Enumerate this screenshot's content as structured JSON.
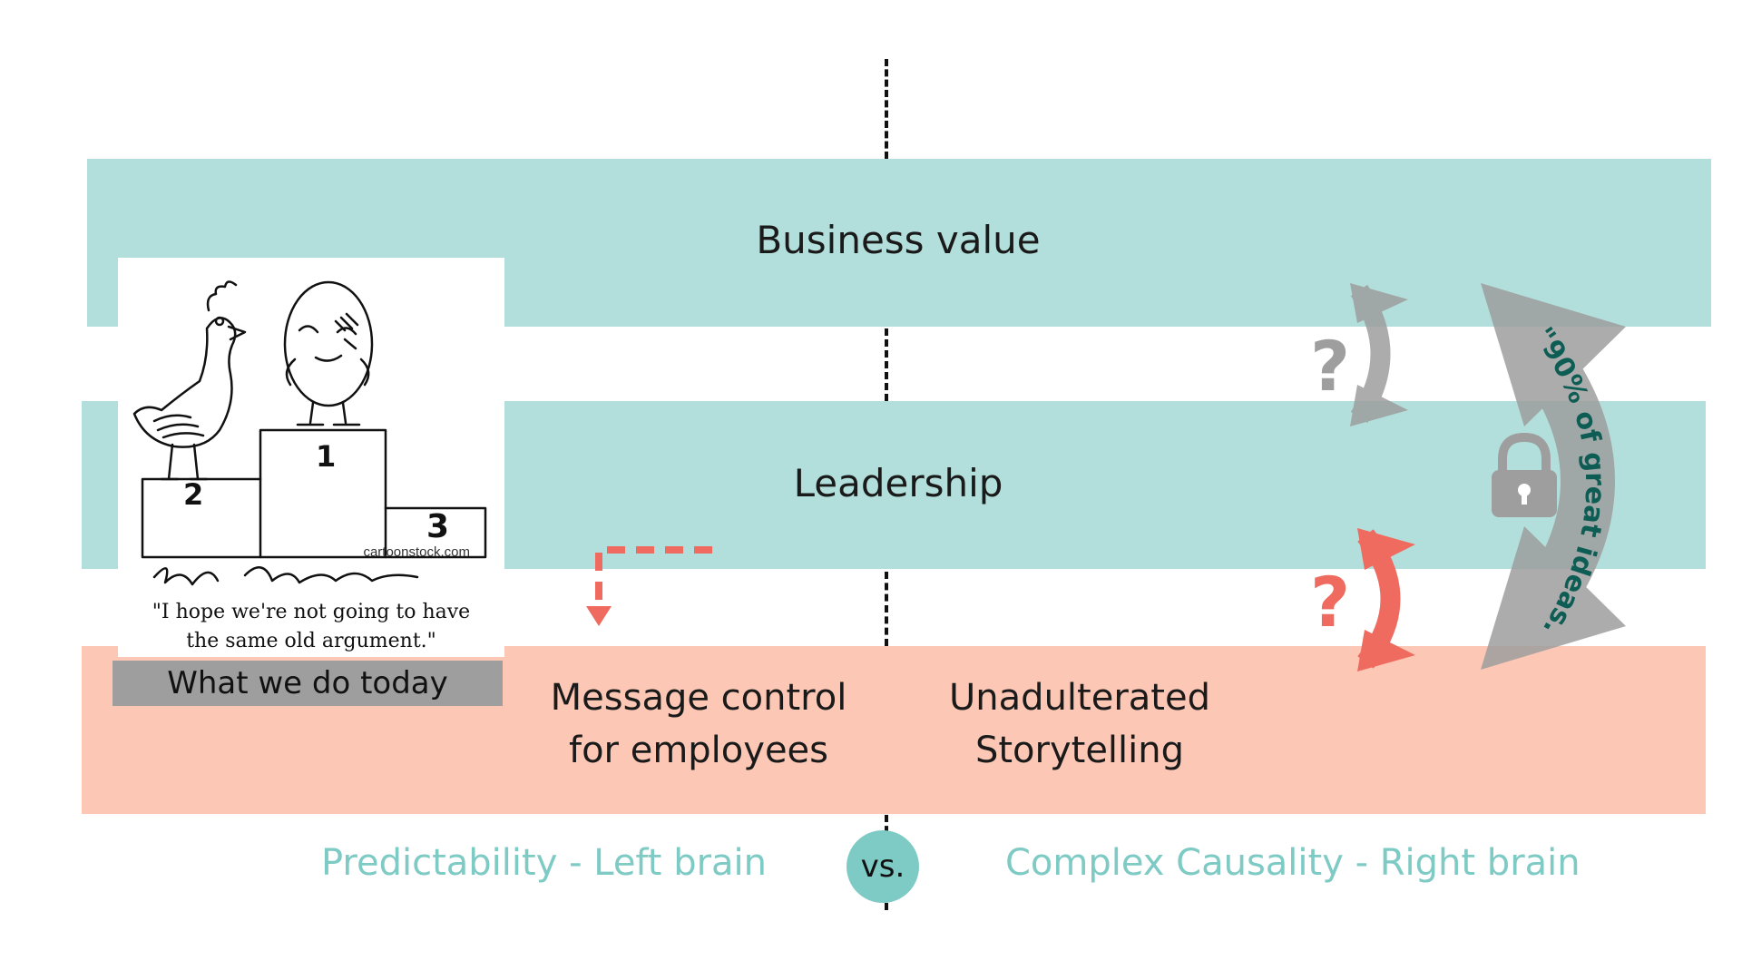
{
  "bands": {
    "business_value": "Business value",
    "leadership": "Leadership"
  },
  "cartoon": {
    "caption_line1": "\"I hope we're not going to have",
    "caption_line2": "the same old argument.\"",
    "watermark": "cartoonstock.com",
    "podium_1": "1",
    "podium_2": "2",
    "podium_3": "3"
  },
  "today_label": "What we do today",
  "message_control": {
    "line1": "Message control",
    "line2": "for employees"
  },
  "storytelling": {
    "line1": "Unadulterated",
    "line2": "Storytelling"
  },
  "bottom": {
    "left": "Predictability - Left brain",
    "vs": "vs.",
    "right": "Complex Causality - Right brain"
  },
  "arrows": {
    "question_grey": "?",
    "question_red": "?",
    "quote": "\"90% of great ideas... \""
  },
  "colors": {
    "teal_band": "#b2dfdb",
    "salmon_band": "#fcc7b5",
    "accent_teal": "#7ecac4",
    "arrow_grey": "#9e9e9e",
    "arrow_red": "#ef6b5f",
    "quote_text": "#0e5d54"
  },
  "icons": [
    "lock-icon",
    "curved-arrow-icon",
    "dashed-arrow-icon"
  ]
}
